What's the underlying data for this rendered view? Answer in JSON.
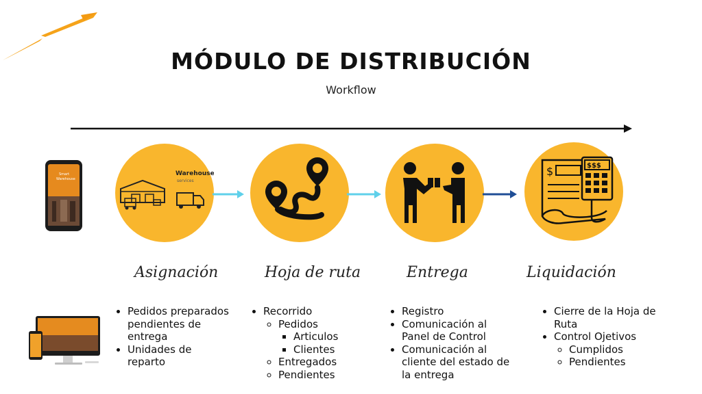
{
  "title": "MÓDULO DE DISTRIBUCIÓN",
  "subtitle": "Workflow",
  "colors": {
    "circle": "#f9b62d",
    "accent_orange": "#f5a31a",
    "arrow_light": "#5fd0ea",
    "arrow_dark": "#1f4e96",
    "text": "#111111"
  },
  "phone_image": {
    "icon": "smartphone-icon",
    "text_line1": "Smart",
    "text_line2": "Warehouse"
  },
  "desktop_image": {
    "icon": "monitor-and-phone-icon"
  },
  "stages": [
    {
      "name": "Asignación",
      "icon": "warehouse-icon",
      "icon_label": "Warehouse",
      "icon_sublabel": "services",
      "bullets": [
        {
          "text": "Pedidos preparados pendientes de entrega",
          "children": []
        },
        {
          "text": "Unidades de reparto",
          "children": []
        }
      ]
    },
    {
      "name": "Hoja de ruta",
      "icon": "route-map-pin-icon",
      "bullets": [
        {
          "text": "Recorrido",
          "children": [
            {
              "text": "Pedidos",
              "children": [
                {
                  "text": "Articulos"
                },
                {
                  "text": "Clientes"
                }
              ]
            },
            {
              "text": "Entregados",
              "children": []
            },
            {
              "text": "Pendientes",
              "children": []
            }
          ]
        }
      ]
    },
    {
      "name": "Entrega",
      "icon": "package-handover-icon",
      "bullets": [
        {
          "text": "Registro",
          "children": []
        },
        {
          "text": "Comunicación al Panel de Control",
          "children": []
        },
        {
          "text": "Comunicación al cliente del estado de la entrega",
          "children": []
        }
      ]
    },
    {
      "name": "Liquidación",
      "icon": "invoice-calculator-icon",
      "icon_label": "$$$",
      "bullets": [
        {
          "text": "Cierre de la Hoja de Ruta",
          "children": []
        },
        {
          "text": "Control Ojetivos",
          "children": [
            {
              "text": "Cumplidos"
            },
            {
              "text": "Pendientes"
            }
          ]
        }
      ]
    }
  ]
}
